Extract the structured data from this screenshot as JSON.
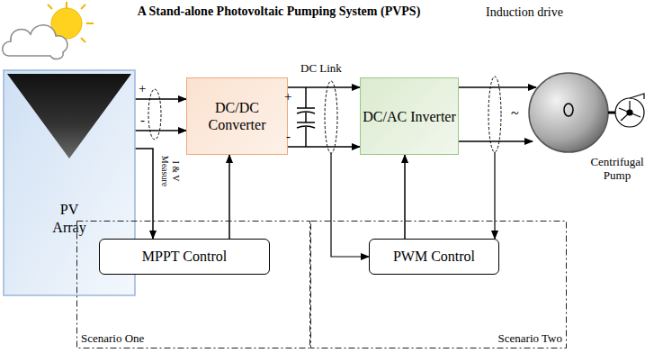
{
  "diagram": {
    "title": "A Stand-alone Photovoltaic Pumping System (PVPS)",
    "nodes": [
      {
        "text": [
          "PV Array"
        ]
      },
      {
        "text": [
          "DC/DC Converter"
        ]
      },
      {
        "text": [
          "DC/AC Inverter"
        ]
      },
      {
        "text": [
          "Scenario One"
        ]
      },
      {
        "text": [
          "MPPT Control"
        ],
        "in": 3
      },
      {
        "text": [
          "Scenario Two"
        ]
      },
      {
        "text": [
          "PWM Control"
        ],
        "in": 5
      }
    ],
    "edges": [
      {
        "from": 0,
        "to": 1,
        "arrow": "to"
      },
      {
        "from": 0,
        "to": 1,
        "arrow": "to"
      },
      {
        "from": 1,
        "to": 2,
        "arrow": "to"
      },
      {
        "from": 1,
        "to": 2,
        "arrow": "to"
      },
      {
        "from": 4,
        "to": 1,
        "arrow": "to"
      },
      {
        "from": 6,
        "to": 2,
        "arrow": "to"
      },
      {
        "from": 0,
        "to": 4,
        "arrow": "to"
      }
    ],
    "labels": [
      "+",
      "-",
      "DC Link",
      "+",
      "-",
      "I & V Measure",
      "Induction drive",
      "~",
      "Centrifugal Pump"
    ]
  }
}
